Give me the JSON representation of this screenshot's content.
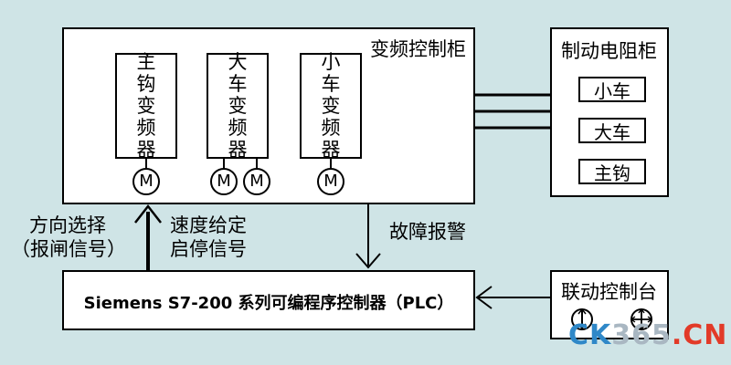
{
  "vfd_cabinet": {
    "title": "变频控制柜",
    "inverters": [
      {
        "label": [
          "主",
          "钩",
          "变",
          "频",
          "器"
        ],
        "motor_count": 1
      },
      {
        "label": [
          "大",
          "车",
          "变",
          "频",
          "器"
        ],
        "motor_count": 2
      },
      {
        "label": [
          "小",
          "车",
          "变",
          "频",
          "器"
        ],
        "motor_count": 1
      }
    ],
    "motor_symbol": "M"
  },
  "brake_cabinet": {
    "title": "制动电阻柜",
    "items": [
      "小车",
      "大车",
      "主钩"
    ]
  },
  "plc": {
    "label": "Siemens S7-200 系列可编程序控制器（PLC）"
  },
  "console": {
    "title": "联动控制台",
    "icons": [
      "joystick-icon",
      "multi-direction-joystick-icon"
    ]
  },
  "signals": {
    "direction_line1": "方向选择",
    "direction_line2": "（报闸信号）",
    "speed_line1": "速度给定",
    "speed_line2": "启停信号",
    "fault": "故障报警"
  },
  "watermark": {
    "part1": "CK",
    "part2": "365",
    "part3": ".CN"
  }
}
